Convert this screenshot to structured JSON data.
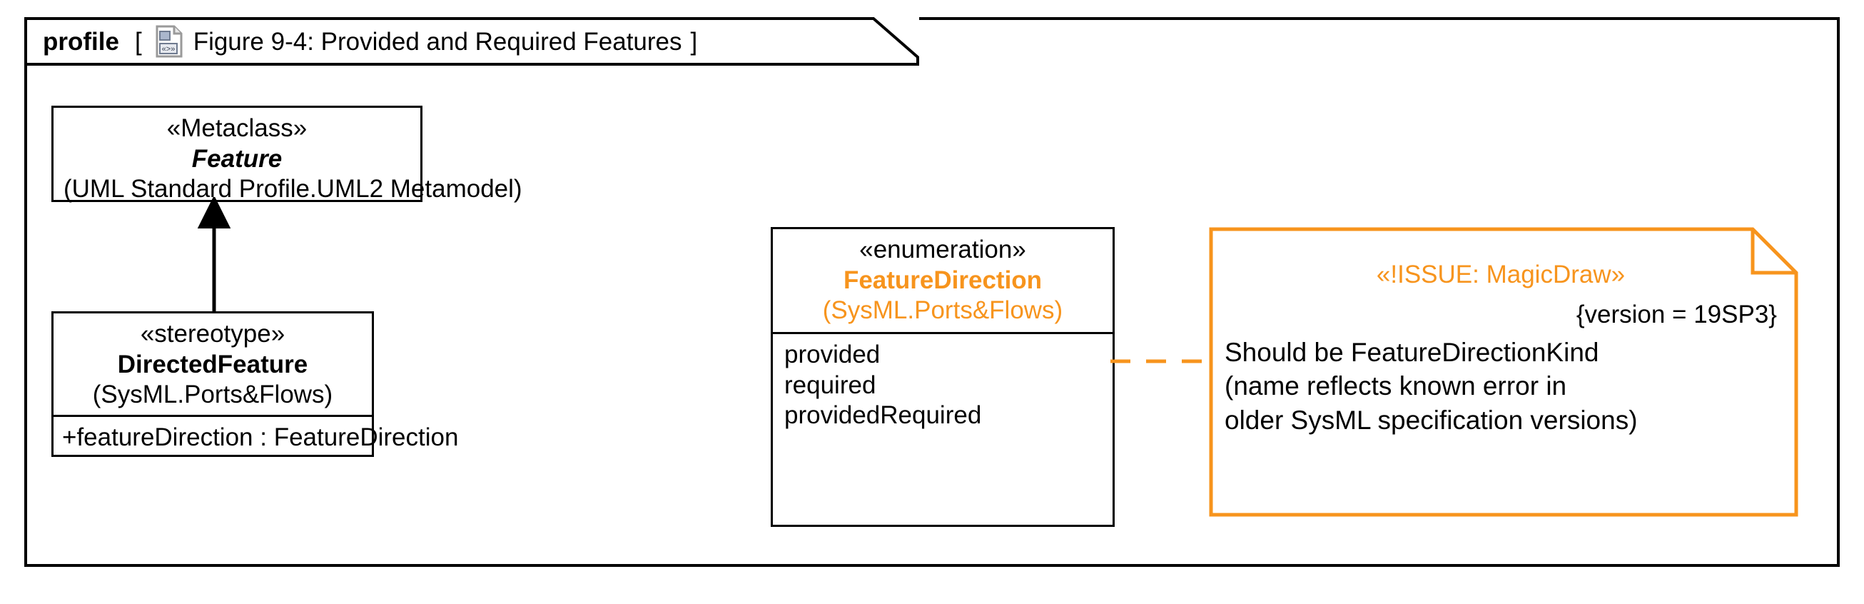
{
  "frame": {
    "kind": "profile",
    "bracket_open": "[",
    "bracket_close": "]",
    "diagram_title": "Figure 9-4: Provided and Required Features",
    "icon": "diagram-document-icon"
  },
  "colors": {
    "accent_orange": "#f7941d",
    "outline_black": "#000000",
    "type_gray": "#808080",
    "background": "#ffffff"
  },
  "metaclass_box": {
    "stereotype": "«Metaclass»",
    "name": "Feature",
    "qualified_name": "(UML Standard Profile.UML2 Metamodel)"
  },
  "stereotype_box": {
    "stereotype": "«stereotype»",
    "name": "DirectedFeature",
    "qualified_name": "(SysML.Ports&Flows)",
    "attributes": [
      {
        "visibility_and_name": "+featureDirection",
        "separator": " : ",
        "type": "FeatureDirection"
      }
    ]
  },
  "enumeration_box": {
    "stereotype": "«enumeration»",
    "name": "FeatureDirection",
    "qualified_name": "(SysML.Ports&Flows)",
    "literals": [
      "provided",
      "required",
      "providedRequired"
    ]
  },
  "note": {
    "stereotype": "«!ISSUE: MagicDraw»",
    "tagged_value": "{version = 19SP3}",
    "body_lines": [
      "Should be FeatureDirectionKind",
      "(name reflects known error in",
      "older SysML specification versions)"
    ]
  },
  "connectors": {
    "generalization": "generalization-arrow",
    "note_anchor": "note-dashed-link"
  }
}
